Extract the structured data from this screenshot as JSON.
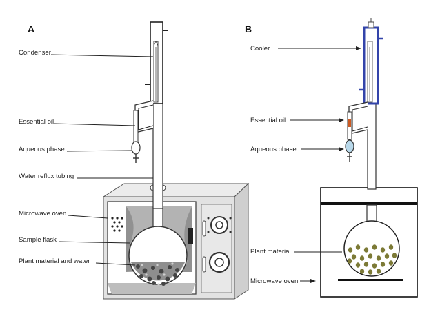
{
  "figure": {
    "panels": [
      {
        "letter": "A",
        "labels": [
          "Condenser",
          "Essential oil",
          "Aqueous phase",
          "Water reflux tubing",
          "Microwave oven",
          "Sample flask",
          "Plant material and water"
        ]
      },
      {
        "letter": "B",
        "labels": [
          "Cooler",
          "Essential oil",
          "Aqueous phase",
          "Plant material",
          "Microwave oven"
        ]
      }
    ]
  },
  "colors": {
    "cooler_blue": "#3344aa",
    "oil_orange": "#cc5a22",
    "phase_blue": "#b8d8ea",
    "plant_green": "#7c7a36",
    "oven_grey": "#d9d9d9"
  },
  "icons": {
    "panel_a": "microwave-clevenger-apparatus",
    "panel_b": "microwave-hydrodistillation-apparatus"
  }
}
